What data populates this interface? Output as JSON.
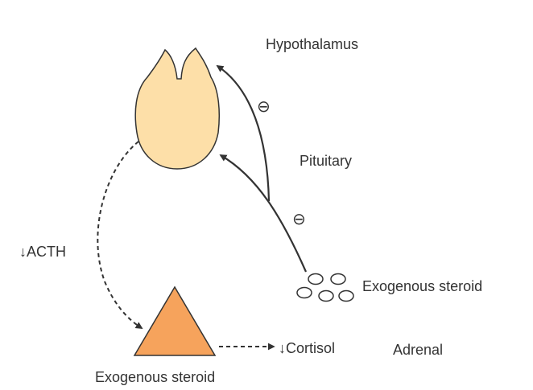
{
  "labels": {
    "hypothalamus": "Hypothalamus",
    "pituitary": "Pituitary",
    "acth": "↓ACTH",
    "exogenous_steroid_right": "Exogenous steroid",
    "exogenous_steroid_bottom": "Exogenous steroid",
    "cortisol": "↓Cortisol",
    "adrenal": "Adrenal"
  },
  "inhibition_symbols": {
    "upper": "⊖",
    "lower": "⊖"
  },
  "colors": {
    "gland_fill": "#FDDFA8",
    "adrenal_fill": "#F6A35C",
    "stroke": "#333333"
  }
}
